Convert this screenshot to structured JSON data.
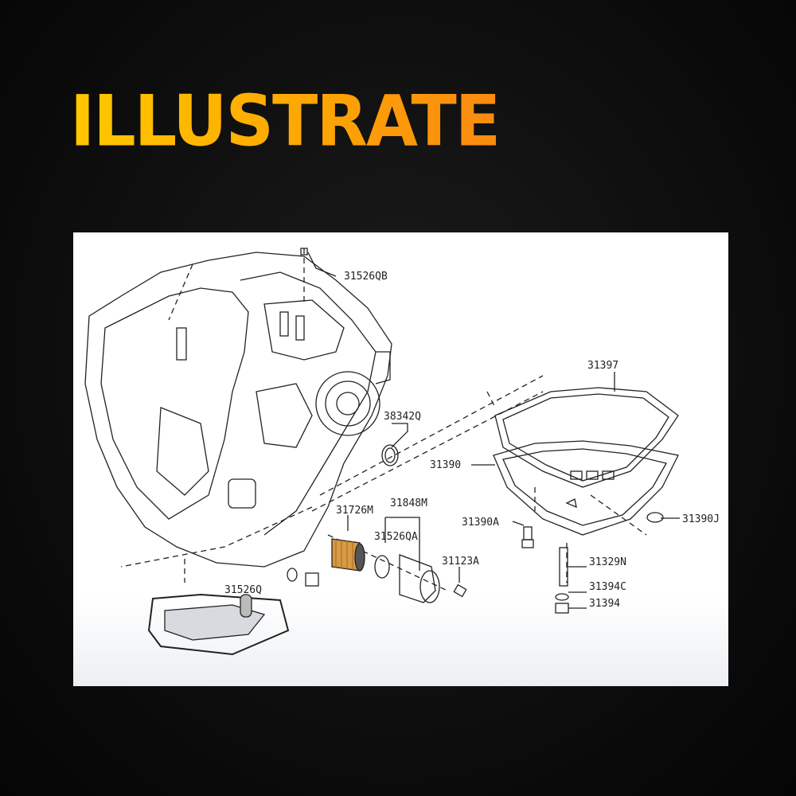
{
  "heading": "ILLUSTRATE",
  "diagram": {
    "part_labels": {
      "p31526QB": "31526QB",
      "p31397": "31397",
      "p38342Q": "38342Q",
      "p31390": "31390",
      "p31726M": "31726M",
      "p31848M": "31848M",
      "p31526QA": "31526QA",
      "p31390A": "31390A",
      "p31390J": "31390J",
      "p31123A": "31123A",
      "p31329N": "31329N",
      "p31394C": "31394C",
      "p31394": "31394",
      "p31526Q": "31526Q"
    }
  }
}
